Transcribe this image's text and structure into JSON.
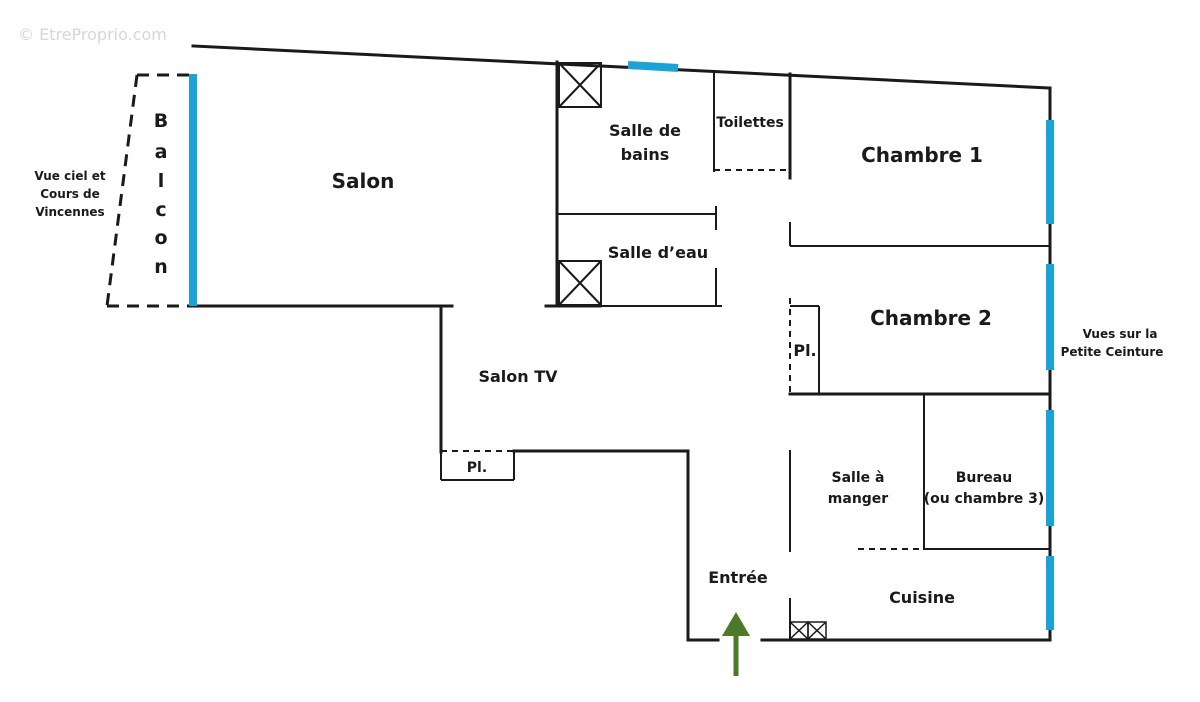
{
  "watermark": "© EtreProprio.com",
  "rooms": {
    "salon": "Salon",
    "balcon_letters": [
      "B",
      "a",
      "l",
      "c",
      "o",
      "n"
    ],
    "salle_de_bains_line1": "Salle de",
    "salle_de_bains_line2": "bains",
    "toilettes": "Toilettes",
    "salle_deau": "Salle d’eau",
    "chambre1": "Chambre 1",
    "chambre2": "Chambre 2",
    "salon_tv": "Salon TV",
    "placard_1": "Pl.",
    "placard_2": "Pl.",
    "salle_a_manger_line1": "Salle à",
    "salle_a_manger_line2": "manger",
    "bureau_line1": "Bureau",
    "bureau_line2": "(ou chambre 3)",
    "entree": "Entrée",
    "cuisine": "Cuisine"
  },
  "notes": {
    "vue_left_line1": "Vue ciel et",
    "vue_left_line2": "Cours de",
    "vue_left_line3": "Vincennes",
    "vue_right_line1": "Vues sur la",
    "vue_right_line2": "Petite Ceinture"
  },
  "colors": {
    "wall": "#1a1a1a",
    "window": "#1aa3d4",
    "entry_arrow": "#4d7a2a"
  }
}
